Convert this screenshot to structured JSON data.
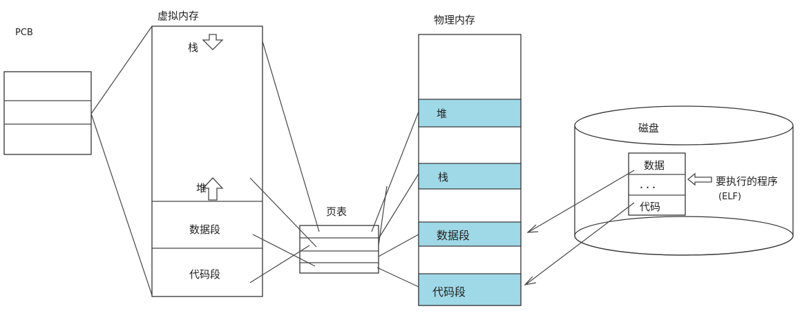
{
  "labels": {
    "pcb": "PCB",
    "virtual_memory": "虚拟内存",
    "physical_memory": "物理内存",
    "page_table": "页表",
    "disk": "磁盘",
    "program": "要执行的程序",
    "elf": "(ELF)"
  },
  "virtual_segments": {
    "stack": "栈",
    "heap": "堆",
    "data": "数据段",
    "code": "代码段"
  },
  "physical_segments": {
    "heap": "堆",
    "stack": "栈",
    "data": "数据段",
    "code": "代码段"
  },
  "disk_rows": {
    "data": "数据",
    "ellipsis": "...",
    "code": "代码"
  },
  "colors": {
    "highlight": "#9fd8e6",
    "line": "#444444"
  }
}
